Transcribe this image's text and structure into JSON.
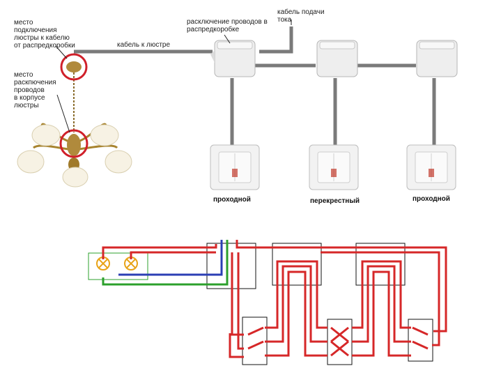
{
  "labels": {
    "chandelier_connection": "место\nподключения\nлюстры к кабелю\nот распредкоробки",
    "chandelier_branching": "место\nраскпючения\nпроводов\nв корпусе\nлюстры",
    "cable_to_chandelier": "кабель к люстре",
    "junction_box_branching": "расключение проводов в\nраспредкоробке",
    "supply_cable": "кабель подачи\nтока"
  },
  "switches": [
    {
      "label": "проходной"
    },
    {
      "label": "перекрестный"
    },
    {
      "label": "проходной"
    }
  ],
  "colors": {
    "cable": "#7a7a7a",
    "phase_wire": "#d62728",
    "neutral_wire": "#2b3fb4",
    "ground_wire": "#2ca02c",
    "highlight_circle": "#d0202a",
    "lamp_ring": "#e8a317"
  }
}
